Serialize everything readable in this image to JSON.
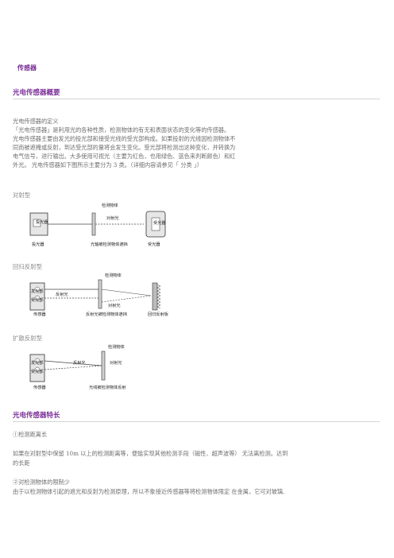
{
  "header": {
    "breadcrumb": "传感器"
  },
  "section1": {
    "title": "光电传感器概要",
    "def_title": "光电传感器的定义",
    "lines": [
      "「光电传感器」是利用光的各种性质，检测物体的有无和表面状态的变化等的传感器。",
      "光电传感器主要由发光的投光部和接受光线的受光部构成。如果投射的光线因检测物体不",
      "同而被遮掩或反射，到达受光部的量将会发生变化。受光部将检测出这种变化，并转换为",
      "电气信号，进行输出。大多使用可视光（主要为红色，也用绿色、蓝色来判断颜色）和红",
      "外光。 光电传感器如下图所示主要分为 3 类。（详细内容请参见「 分类 」）"
    ]
  },
  "diagrams": {
    "through": {
      "title": "对射型",
      "label_object": "检测物体",
      "label_light": "对射光",
      "label_emitter": "投光器",
      "label_receiver": "受光器",
      "caption": "光轴被检测物体遮挡",
      "emitter_box": "投光器",
      "receiver_box": "受光器"
    },
    "retro": {
      "title": "回归反射型",
      "label_object": "检测物体",
      "label_emit": "发光部",
      "label_recv": "受光部",
      "label_refl": "反射光",
      "label_through": "对射光",
      "label_sensor": "传感器",
      "caption": "反射光被检测物体遮挡",
      "reflector": "回归反射板"
    },
    "diffuse": {
      "title": "扩散反射型",
      "label_object": "检测物体",
      "label_emit": "发光部",
      "label_recv": "受光部",
      "label_refl": "反射光",
      "label_through": "对射光",
      "label_sensor": "传感器",
      "caption": "光线被检测物体反射"
    }
  },
  "section2": {
    "title": "光电传感器特长",
    "item1_title": "①检测距离长",
    "item1_lines": [
      "如果在对射型中保留 10m 以上的检测距离等，便能实现其他检测手段（磁性、超声波等） 无法离检测。达到",
      "的长距"
    ],
    "item2_title": "②对检测物体的限制少",
    "item2_lines": [
      "由于以检测物体引起的遮光和反射为检测原理，所以不象接近传感器等将检测物体限定 在金属，它可对玻璃."
    ]
  }
}
